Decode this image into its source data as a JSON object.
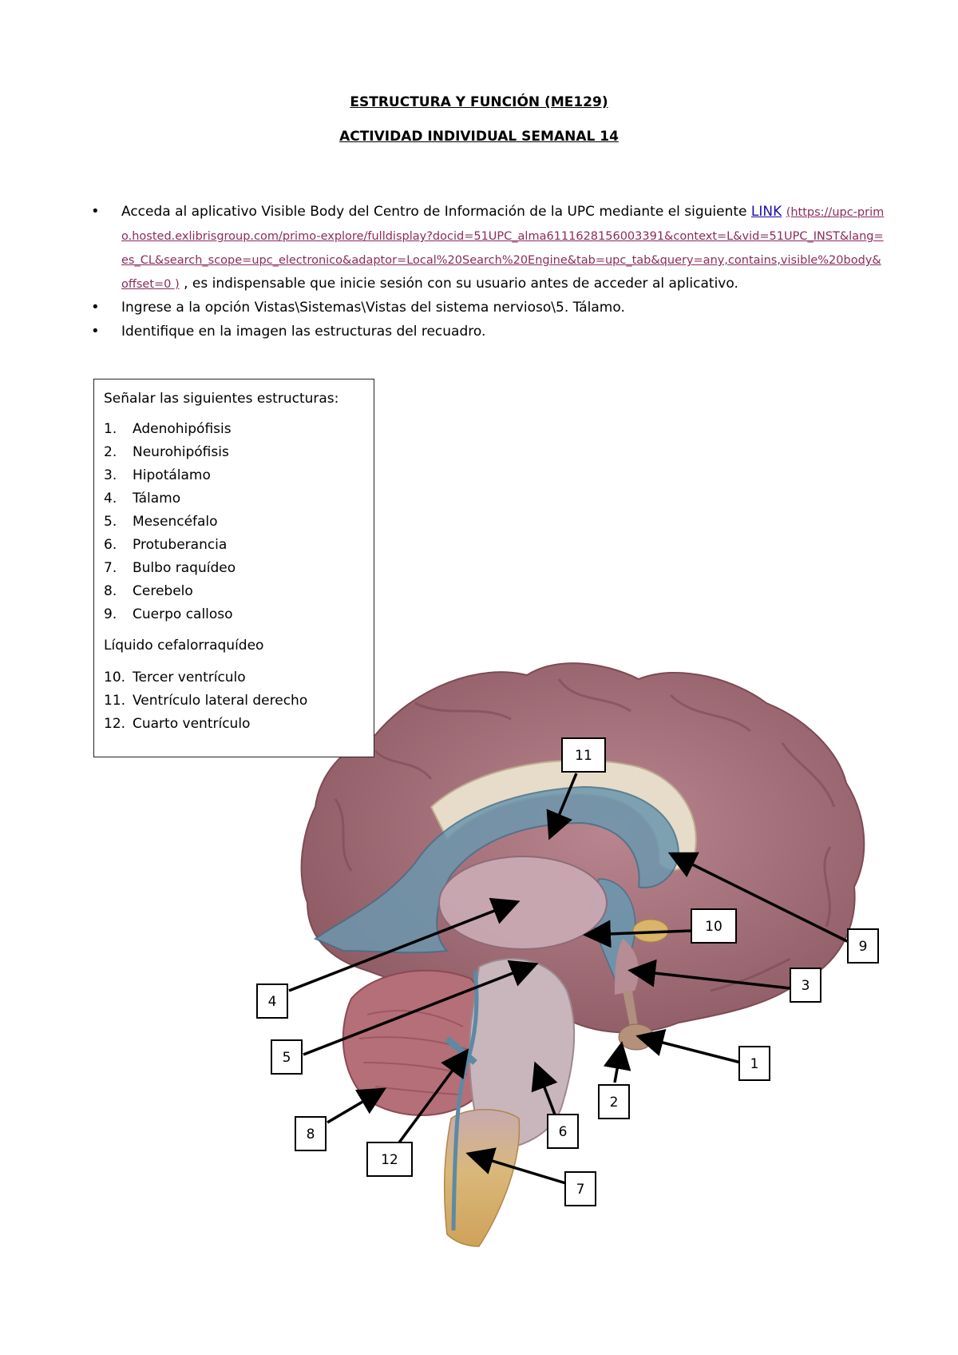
{
  "header": {
    "title": "ESTRUCTURA Y FUNCIÓN (ME129)",
    "subtitle": "ACTIVIDAD INDIVIDUAL SEMANAL 14"
  },
  "instructions": {
    "item1_prefix": "Acceda al aplicativo Visible Body del Centro de Información de la UPC mediante el siguiente ",
    "item1_link": "LINK",
    "item1_url": "(https://upc-primo.hosted.exlibrisgroup.com/primo-explore/fulldisplay?docid=51UPC_alma6111628156003391&context=L&vid=51UPC_INST&lang=es_CL&search_scope=upc_electronico&adaptor=Local%20Search%20Engine&tab=upc_tab&query=any,contains,visible%20body&offset=0 )",
    "item1_suffix": " , es indispensable que inicie sesión con su usuario antes de acceder al aplicativo.",
    "item2": "Ingrese a la opción Vistas\\Sistemas\\Vistas del sistema nervioso\\5. Tálamo.",
    "item3": "Identifique en la imagen las estructuras del recuadro."
  },
  "box": {
    "heading": "Señalar las siguientes estructuras:",
    "structures": [
      {
        "num": "1.",
        "name": "Adenohipófisis"
      },
      {
        "num": "2.",
        "name": "Neurohipófisis"
      },
      {
        "num": "3.",
        "name": "Hipotálamo"
      },
      {
        "num": "4.",
        "name": "Tálamo"
      },
      {
        "num": "5.",
        "name": "Mesencéfalo"
      },
      {
        "num": "6.",
        "name": "Protuberancia"
      },
      {
        "num": "7.",
        "name": "Bulbo raquídeo"
      },
      {
        "num": "8.",
        "name": "Cerebelo"
      },
      {
        "num": "9.",
        "name": "Cuerpo calloso"
      }
    ],
    "subheading": "Líquido cefalorraquídeo",
    "csf": [
      {
        "num": "10.",
        "name": "Tercer ventrículo"
      },
      {
        "num": "11.",
        "name": "Ventrículo lateral derecho"
      },
      {
        "num": "12.",
        "name": "Cuarto ventrículo"
      }
    ]
  },
  "figure_labels": [
    "1",
    "2",
    "3",
    "4",
    "5",
    "6",
    "7",
    "8",
    "9",
    "10",
    "11",
    "12"
  ],
  "colors": {
    "cortex": "#a4717a",
    "ventricle": "#5f8ba3",
    "brainstem": "#c9b6bc",
    "spinal_cord": "#d8b169",
    "cerebellum": "#b86a72",
    "link": "#1a0dab",
    "url": "#8b2a5b"
  }
}
